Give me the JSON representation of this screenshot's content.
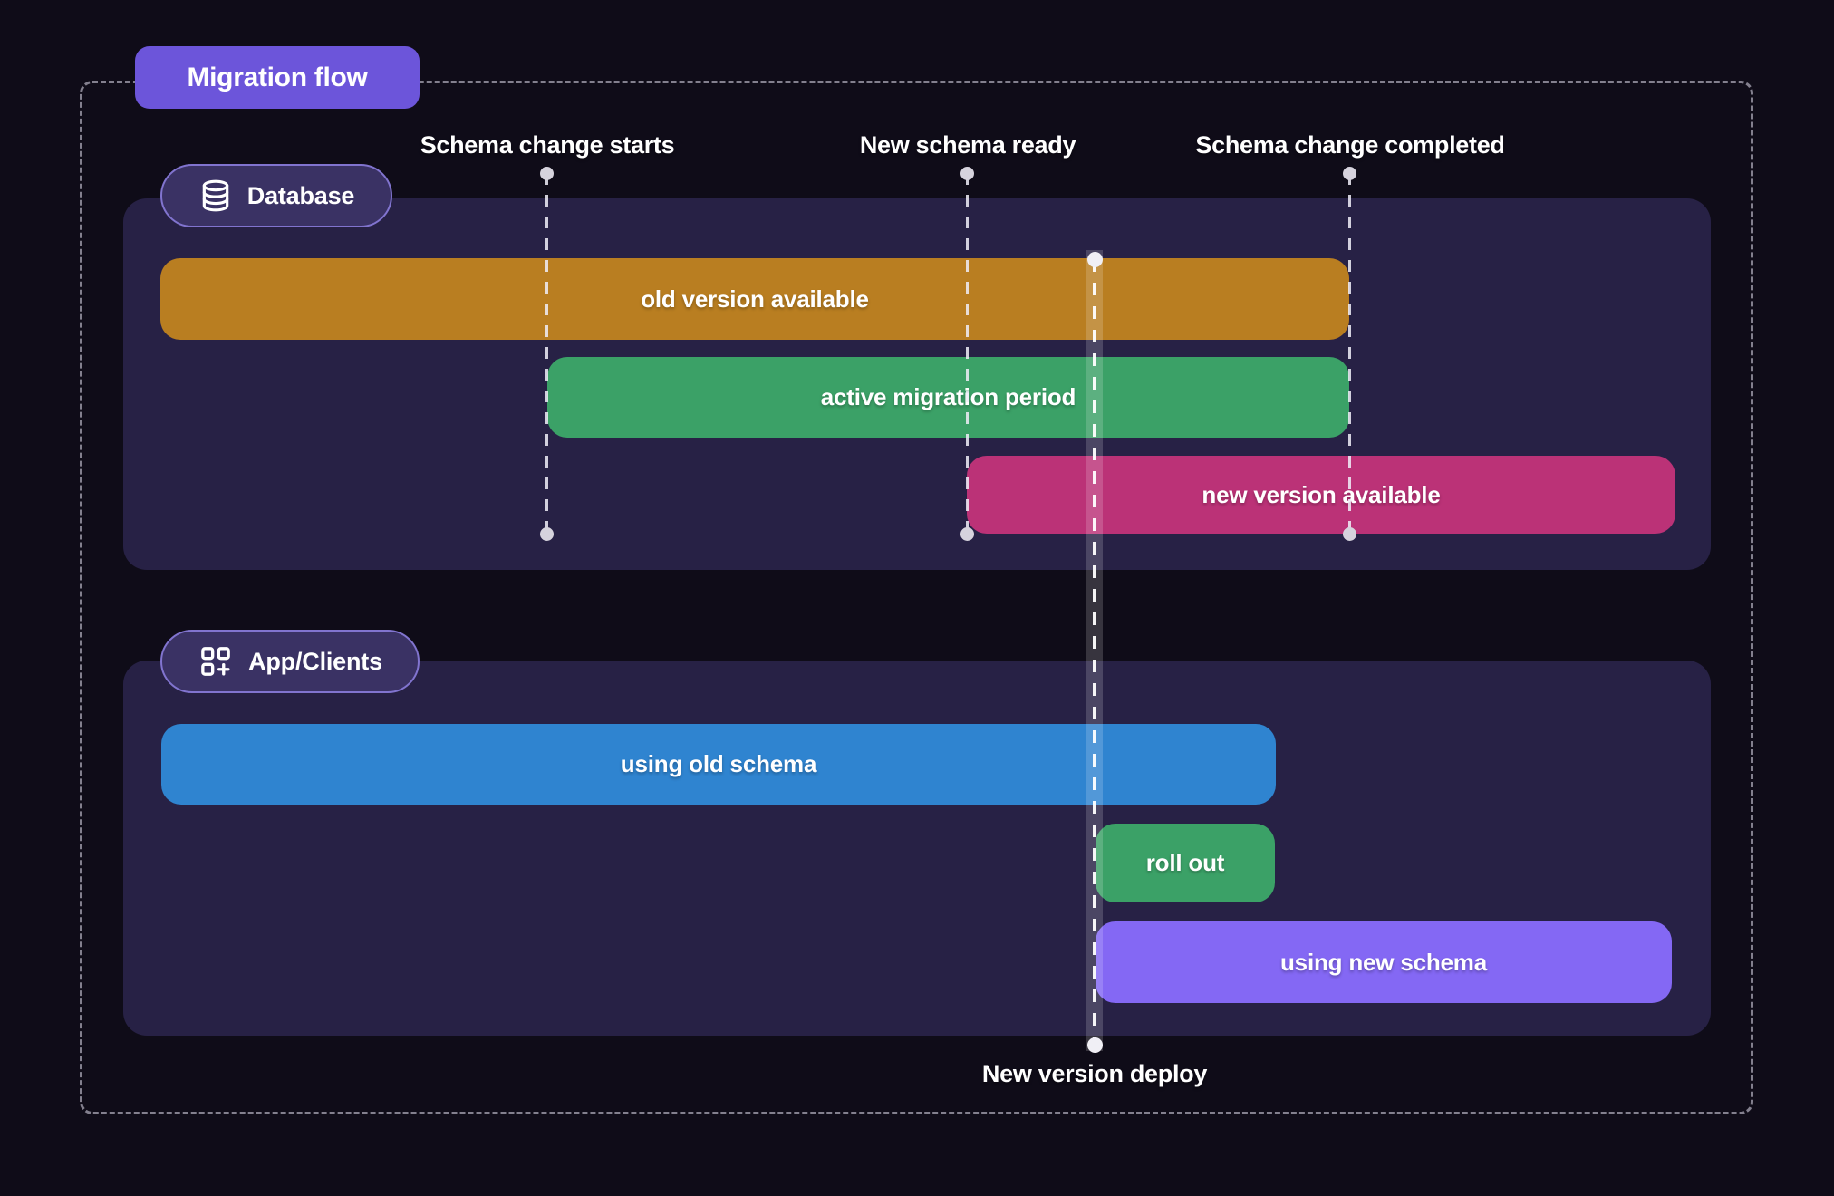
{
  "title": "Migration flow",
  "colors": {
    "canvas_bg": "#0f0c18",
    "outer_border": "#83808e",
    "title_badge_bg": "#6c55da",
    "panel_bg": "#272145",
    "badge_bg": "#3a3264",
    "badge_border": "#8174cf",
    "bar_orange": "#b97e21",
    "bar_green": "#3ba167",
    "bar_pink": "#bb3277",
    "bar_blue": "#2f84d0",
    "bar_purple": "#8468f4",
    "text": "#ffffff"
  },
  "markers": [
    {
      "label": "Schema change starts"
    },
    {
      "label": "New schema ready"
    },
    {
      "label": "Schema change completed"
    }
  ],
  "deploy_marker": {
    "label": "New version deploy"
  },
  "lanes": [
    {
      "label": "Database",
      "icon": "database-icon",
      "bars": [
        {
          "label": "old version available"
        },
        {
          "label": "active migration period"
        },
        {
          "label": "new version available"
        }
      ]
    },
    {
      "label": "App/Clients",
      "icon": "apps-plus-icon",
      "bars": [
        {
          "label": "using old schema"
        },
        {
          "label": "roll out"
        },
        {
          "label": "using new schema"
        }
      ]
    }
  ]
}
